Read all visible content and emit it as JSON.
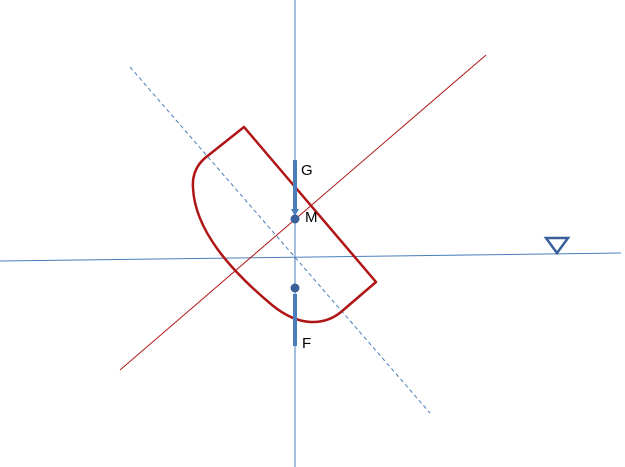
{
  "labels": {
    "gravity_point": "G",
    "metacenter_point": "M",
    "buoyancy_point": "F"
  },
  "icons": {
    "waterline_marker": "inverted-triangle-icon"
  },
  "colors": {
    "axis_blue": "#4a7ebb",
    "hull_red": "#b01515",
    "force_arrow": "#4a7ebb",
    "point_fill": "#3a5f9a",
    "text": "#000000"
  }
}
